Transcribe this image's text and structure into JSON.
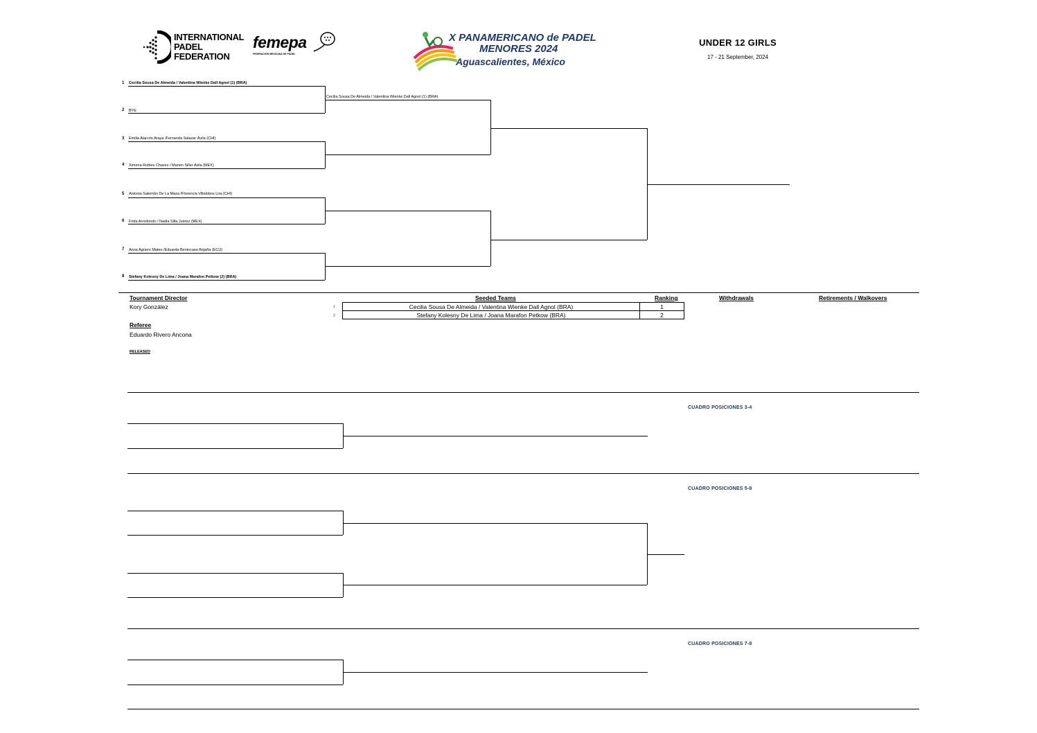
{
  "logos": {
    "ipf_text": [
      "INTERNATIONAL",
      "PADEL",
      "FEDERATION"
    ],
    "femepa_text": "femepa",
    "femepa_sub": "FEDERACIÓN MEXICANA DE PÁDEL",
    "event_line1": "X PANAMERICANO de PADEL",
    "event_line2": "MENORES 2024",
    "event_line3": "Aguascalientes, México"
  },
  "header": {
    "title": "UNDER 12 GIRLS",
    "dates": "17 - 21 September, 2024"
  },
  "draw": {
    "entries": [
      {
        "seed": "1",
        "name": "Cecilia Sousa De Almeida / Valentina Wienke Dall Agnol (1) (BRA)"
      },
      {
        "seed": "2",
        "name": "BYE"
      },
      {
        "seed": "3",
        "name": "Emilia Alarcón Araya /Fernanda Salazar Ávila (CHI)"
      },
      {
        "seed": "4",
        "name": "Ximena Robles Chavez / Marien Siller Avila (MEX)"
      },
      {
        "seed": "5",
        "name": "Antonia Salomón De La Maza /Florencia Villalobos Lira (CHI)"
      },
      {
        "seed": "6",
        "name": "Frida Arredondo  / Nadia Silla Juárez (MEX)"
      },
      {
        "seed": "7",
        "name": "Anna  Agüero Mateo /Eduarda Benincasa Bejaña (ECU)"
      },
      {
        "seed": "8",
        "name": "Stefany Kolesny De Lima / Joana Marafon Petkow (2) (BRA)"
      }
    ],
    "round2": [
      "Cecilia Sousa De Almeida / Valentina Wienke Dall Agnol (1) (BRA)"
    ]
  },
  "info": {
    "td_label": "Tournament Director",
    "td_name": "Kory González",
    "referee_label": "Referee",
    "referee_name": "Eduardo Rivero Ancona",
    "released": "RELEASED",
    "seeded_label": "Seeded Teams",
    "ranking_label": "Ranking",
    "withdrawals_label": "Withdrawals",
    "retirements_label": "Retirements / Walkovers",
    "seeded": [
      {
        "idx": "1",
        "team": "Cecilia Sousa De Almeida / Valentina Wienke Dall Agnol (BRA)",
        "rank": "1"
      },
      {
        "idx": "2",
        "team": "Stefany Kolesny De Lima / Joana Marafon Petkow (BRA)",
        "rank": "2"
      }
    ]
  },
  "sections": {
    "pos34": "CUADRO POSICIONES 3-4",
    "pos58": "CUADRO POSICIONES 5-8",
    "pos78": "CUADRO POSICIONES 7-8"
  }
}
